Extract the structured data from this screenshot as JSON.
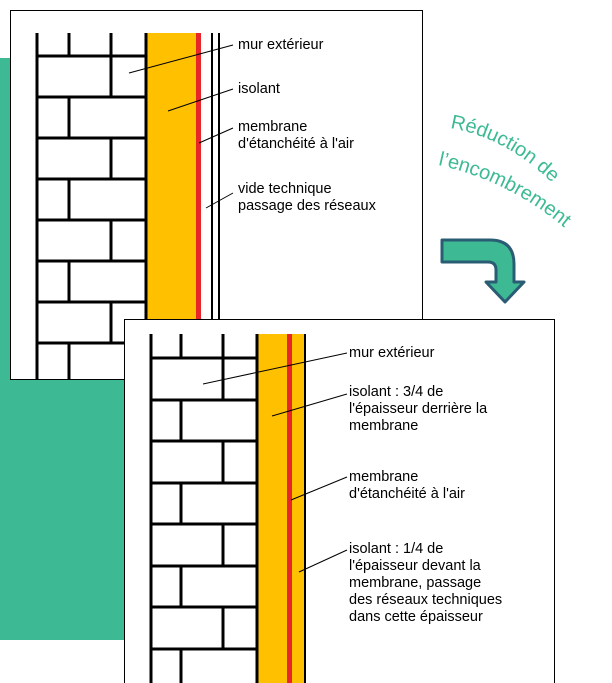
{
  "colors": {
    "teal": "#3dba94",
    "insulation": "#ffc000",
    "membrane": "#e8262a",
    "line": "#000000"
  },
  "annotation": {
    "text_line1": "Réduction de",
    "text_line2": "l’encombrement"
  },
  "top_panel": {
    "labels": {
      "wall": "mur extérieur",
      "insulation": "isolant",
      "membrane": "membrane\nd'étanchéité à l'air",
      "service_void": "vide technique\npassage des réseaux"
    }
  },
  "bottom_panel": {
    "labels": {
      "wall": "mur extérieur",
      "insulation_back": "isolant : 3/4 de\nl'épaisseur derrière la\nmembrane",
      "membrane": "membrane\nd'étanchéité à l'air",
      "insulation_front": "isolant : 1/4 de\nl'épaisseur devant la\nmembrane, passage\ndes réseaux techniques\ndans cette épaisseur"
    }
  }
}
